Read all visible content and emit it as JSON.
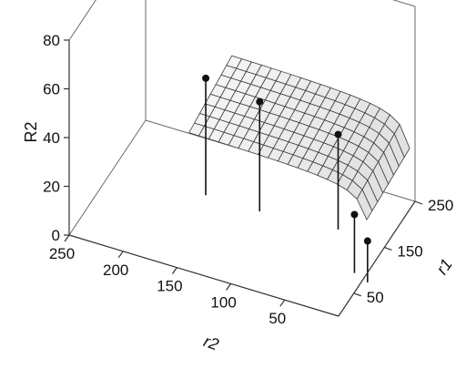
{
  "chart_data": {
    "type": "surface3d",
    "axes": {
      "z": {
        "label": "R2",
        "min": 0,
        "max": 80,
        "ticks": [
          0,
          20,
          40,
          60,
          80
        ]
      },
      "r2": {
        "label": "r2",
        "min": 0,
        "max": 250,
        "ticks": [
          250,
          200,
          150,
          100,
          50
        ]
      },
      "r1": {
        "label": "r1",
        "min": 0,
        "max": 250,
        "ticks": [
          250,
          150,
          50
        ]
      }
    },
    "surface": {
      "function": "rational",
      "r2_samples": 18,
      "r1_samples": 8
    },
    "points": [
      {
        "r2": 180,
        "r1": 200,
        "R2": 36
      },
      {
        "r2": 130,
        "r1": 200,
        "R2": 33
      },
      {
        "r2": 60,
        "r1": 210,
        "R2": 27
      },
      {
        "r2": 25,
        "r1": 140,
        "R2": 12
      },
      {
        "r2": 10,
        "r1": 130,
        "R2": 5
      }
    ],
    "grid": true,
    "legend": "none"
  }
}
